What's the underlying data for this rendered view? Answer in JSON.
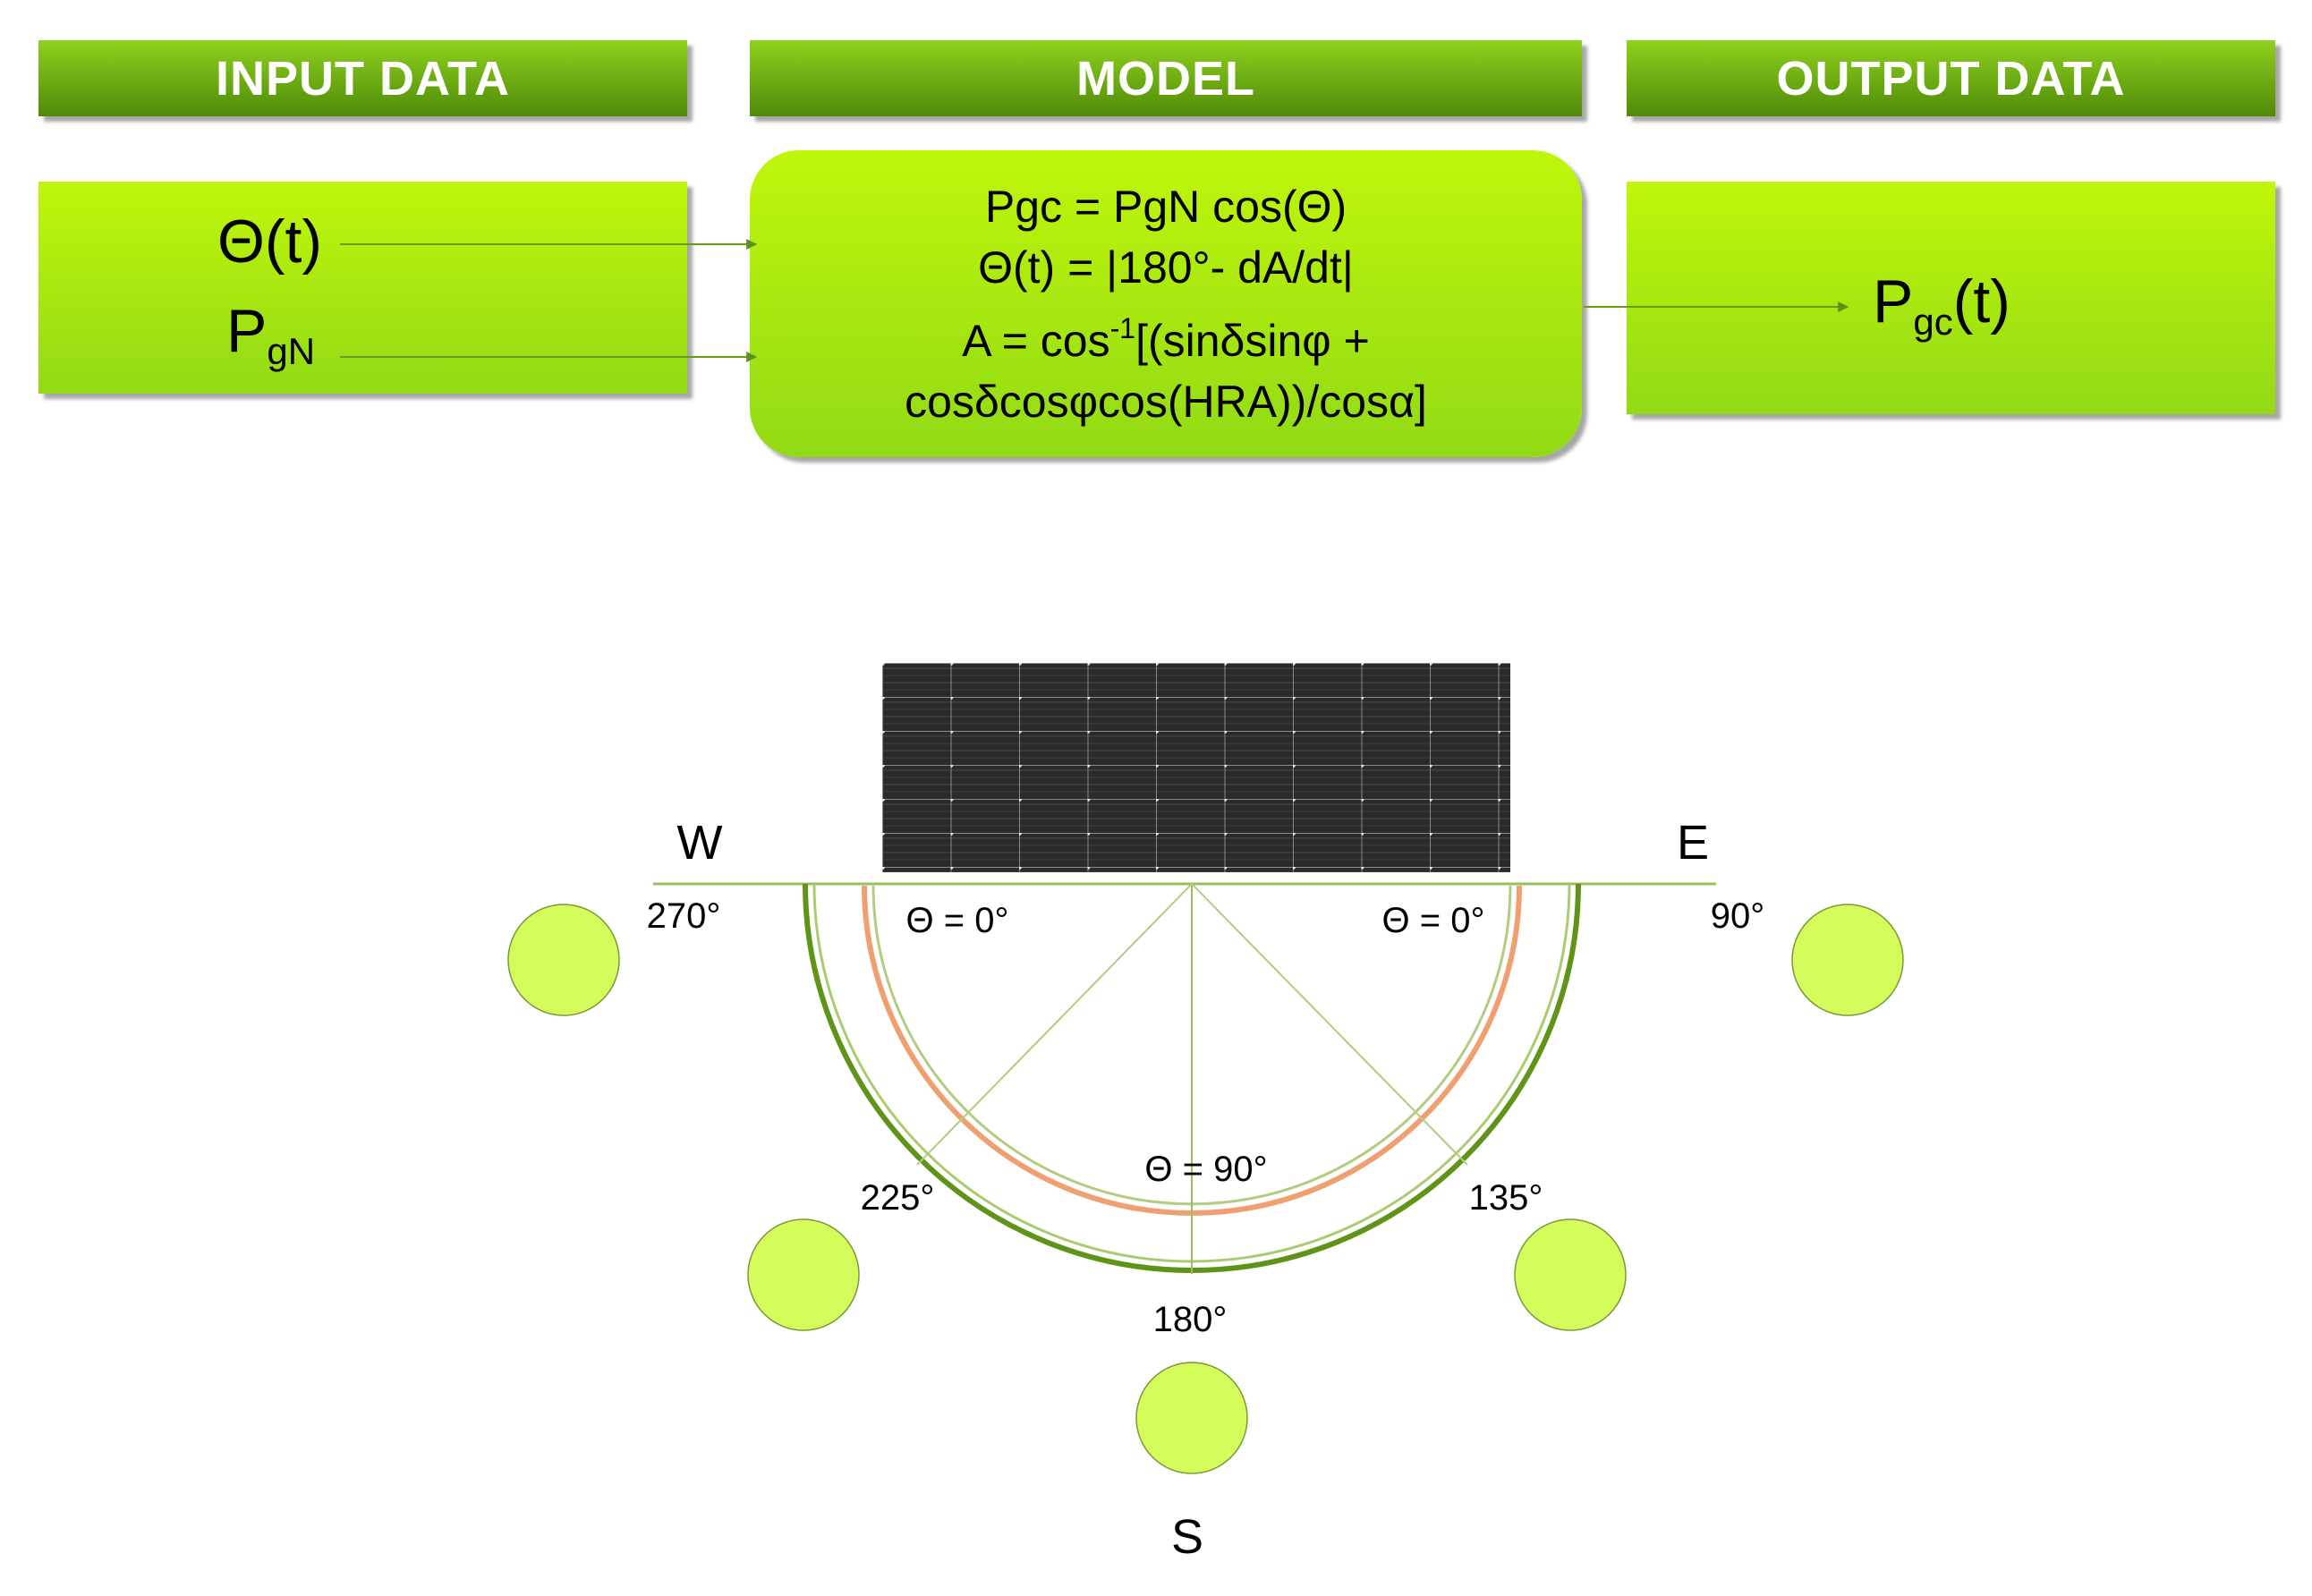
{
  "headers": {
    "input": "INPUT DATA",
    "model": "MODEL",
    "output": "OUTPUT DATA"
  },
  "input": {
    "theta": "Θ(t)",
    "p_main": "P",
    "p_sub": "gN"
  },
  "model": {
    "line1": "Pgc = PgN cos(Θ)",
    "line2": "Θ(t) = |180°- dA/dt|",
    "line3_prefix": "A = cos",
    "line3_sup": "-1",
    "line3_suffix": "[(sinδsinφ +",
    "line4": "cosδcosφcos(HRA))/cosα]"
  },
  "output": {
    "p_main": "P",
    "p_sub": "gc",
    "p_suffix": "(t)"
  },
  "compass": {
    "west": "W",
    "east": "E",
    "south": "S",
    "angle_270": "270°",
    "angle_90": "90°",
    "angle_225": "225°",
    "angle_135": "135°",
    "angle_180": "180°",
    "theta_left": "Θ = 0°",
    "theta_right": "Θ = 0°",
    "theta_bottom": "Θ = 90°"
  },
  "colors": {
    "header_green": "#5a9410",
    "box_green": "#b2ee10",
    "sun_fill": "#d4fc5a",
    "arc_green": "#5f9418",
    "arc_orange": "#f0a070",
    "panel_dark": "#2a2a2a"
  }
}
